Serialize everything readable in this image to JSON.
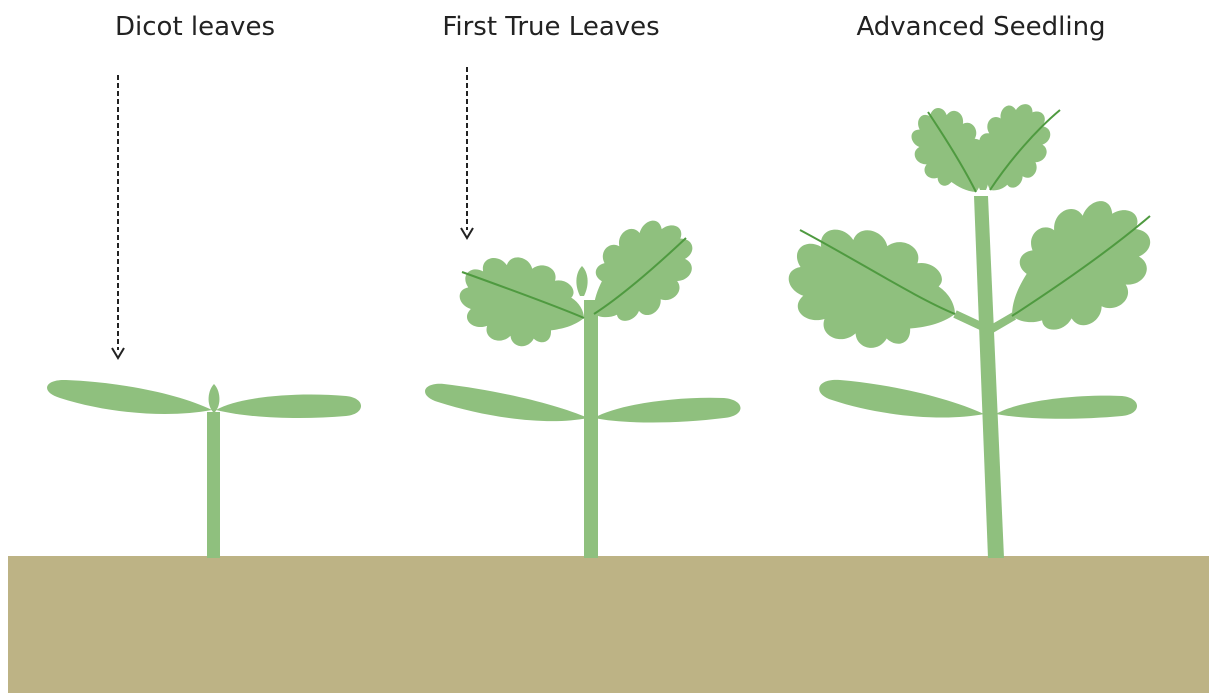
{
  "labels": {
    "dicot": "Dicot leaves",
    "first_true": "First True Leaves",
    "advanced": "Advanced Seedling"
  },
  "colors": {
    "background": "#ffffff",
    "soil": "#bdb385",
    "leaf": "#8fc07e",
    "stem": "#8fc07e",
    "vein": "#4f9a40",
    "arrow": "#222222",
    "text": "#222222"
  }
}
